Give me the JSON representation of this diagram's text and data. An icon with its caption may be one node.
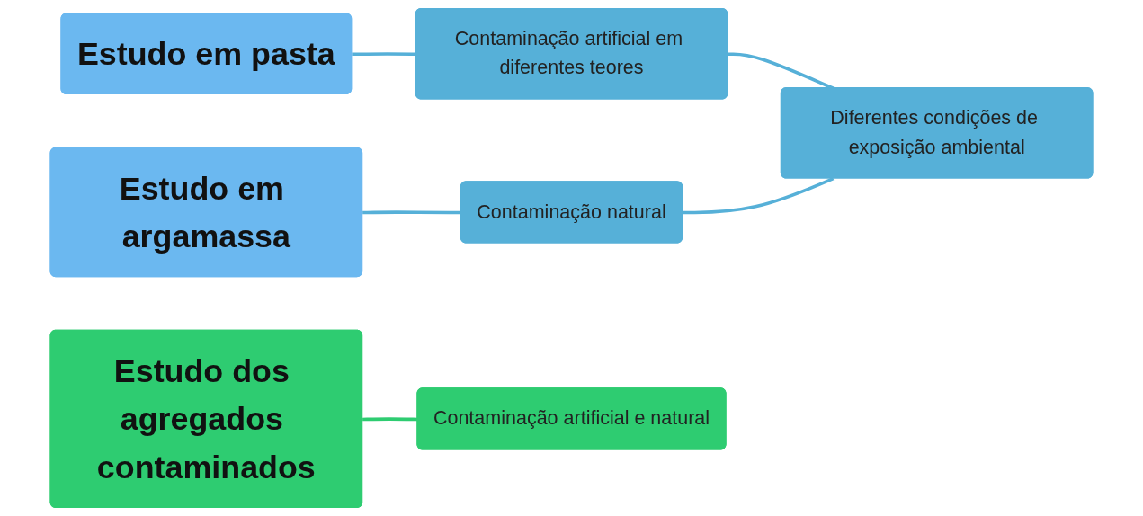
{
  "diagram": {
    "nodes": [
      {
        "text": [
          "Estudo em pasta"
        ]
      },
      {
        "text": [
          "Contaminação artificial em diferentes teores"
        ]
      },
      {
        "text": [
          "Diferentes condições de exposição ambiental"
        ]
      },
      {
        "text": [
          "Estudo em argamassa"
        ]
      },
      {
        "text": [
          "Contaminação natural"
        ]
      },
      {
        "text": [
          "Estudo dos agregados contaminados"
        ]
      },
      {
        "text": [
          "Contaminação artificial e natural"
        ]
      }
    ],
    "edges": [
      {
        "from": 0,
        "to": 1,
        "arrow": "none"
      },
      {
        "from": 1,
        "to": 2,
        "arrow": "none"
      },
      {
        "from": 3,
        "to": 4,
        "arrow": "none"
      },
      {
        "from": 4,
        "to": 2,
        "arrow": "none"
      },
      {
        "from": 5,
        "to": 6,
        "arrow": "none",
        "color": "#2ecc71"
      }
    ]
  }
}
